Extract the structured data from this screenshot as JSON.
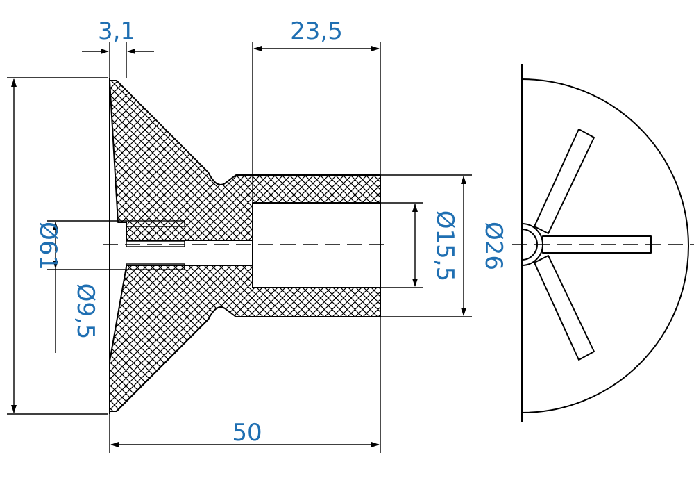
{
  "dimensions": {
    "flange_thickness": "3,1",
    "bore_depth": "23,5",
    "overall_diameter": "Ø61",
    "small_hole_diameter": "Ø9,5",
    "bore_diameter": "Ø15,5",
    "sleeve_diameter": "Ø26",
    "overall_length": "50"
  },
  "colors": {
    "dimension_text": "#1f6fb2",
    "lines": "#000000",
    "background": "#ffffff"
  }
}
